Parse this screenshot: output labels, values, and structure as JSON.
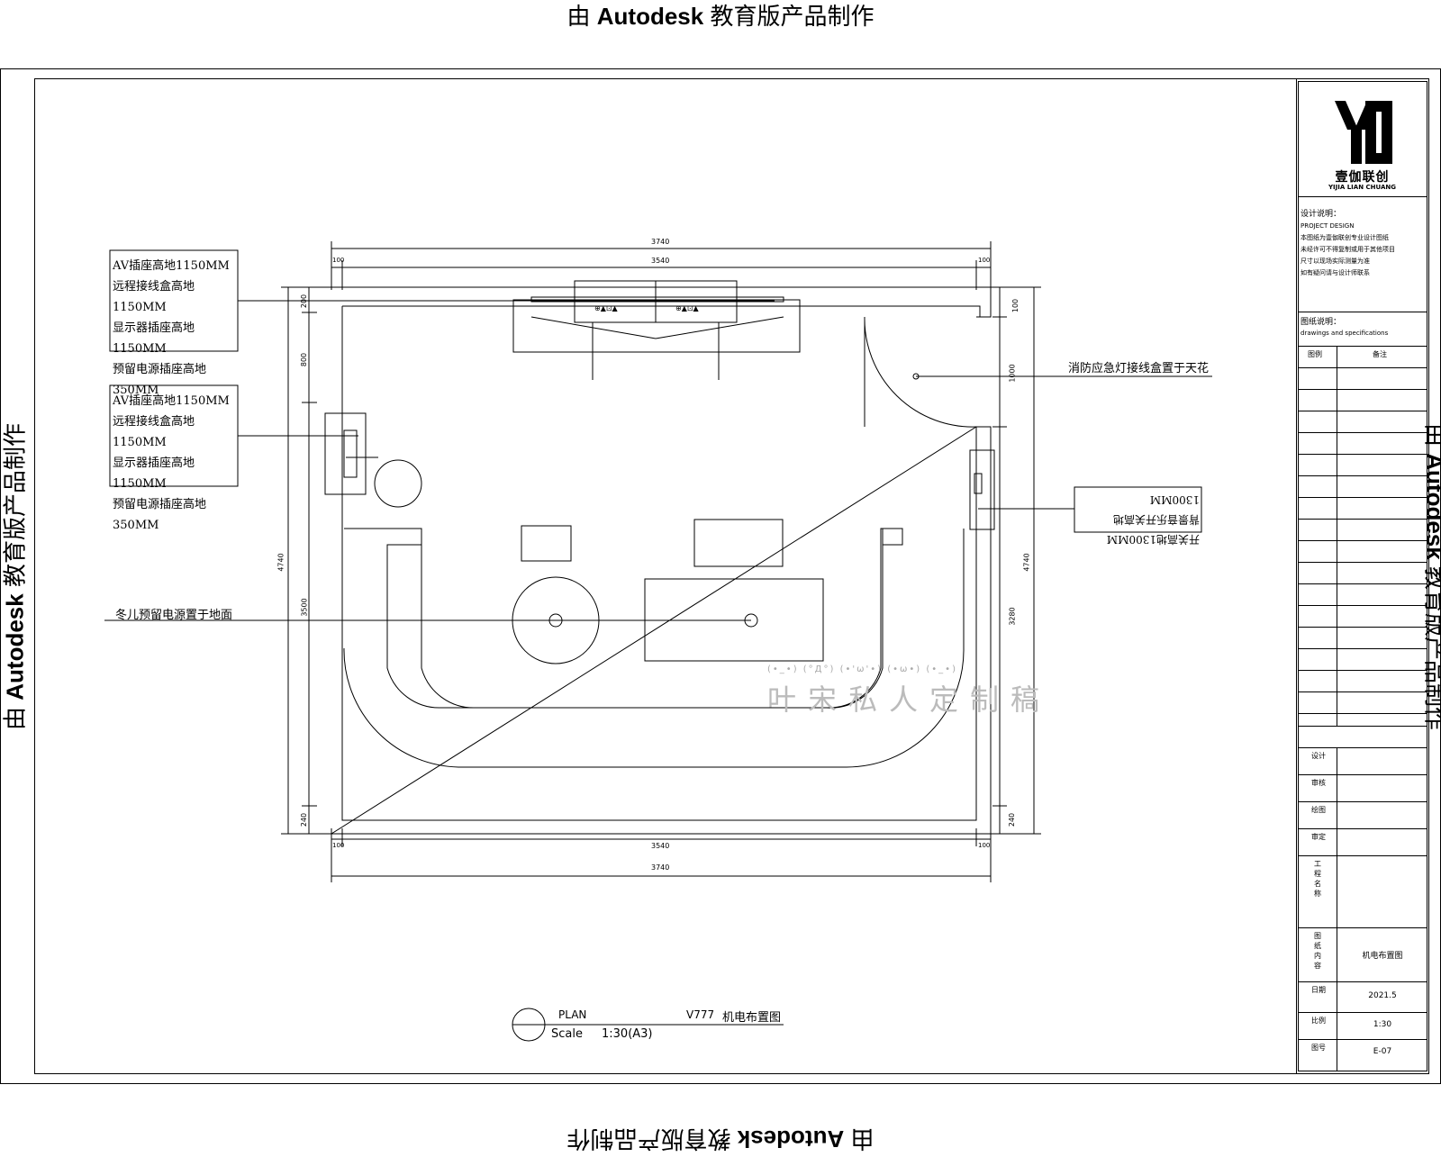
{
  "watermark": {
    "prefix": "由 ",
    "brand": "Autodesk",
    "suffix": " 教育版产品制作"
  },
  "callouts": {
    "top_left": [
      "AV插座高地1150MM",
      "远程接线盒高地1150MM",
      "显示器插座高地1150MM",
      "预留电源插座高地350MM"
    ],
    "mid_left": [
      "AV插座高地1150MM",
      "远程接线盒高地1150MM",
      "显示器插座高地1150MM",
      "预留电源插座高地350MM"
    ],
    "floor_note": "冬儿预留电源置于地面",
    "right_top": "消防应急灯接线盒置于天花",
    "right_mid": [
      "开关高地1300MM",
      "背景音乐开关高地1300MM"
    ]
  },
  "watermark2": {
    "faces": "(•_•) (°Д°) (•'ω'•) (•ω•) (•_•)",
    "text": "叶宋私人定制稿"
  },
  "dimensions": {
    "top_overall": "3740",
    "top_inner": "3540",
    "top_left_small": "100",
    "top_right_small": "100",
    "bottom_overall": "3740",
    "bottom_inner": "3540",
    "bottom_left_small": "100",
    "bottom_right_small": "100",
    "left_overall": "4740",
    "left_top": "200",
    "left_mid": "800",
    "left_main": "3500",
    "left_bottom": "240",
    "right_overall": "4740",
    "right_top": "100",
    "right_mid": "1000",
    "right_main": "3280",
    "right_bottom": "240"
  },
  "plan_label": {
    "plan": "PLAN",
    "code": "V777",
    "title": "机电布置图",
    "scale_label": "Scale",
    "scale_value": "1:30(A3)"
  },
  "title_block": {
    "logo_cn": "壹伽联创",
    "logo_en": "YIJIA LIAN CHUANG",
    "design_lines": [
      "设计说明：",
      "PROJECT DESIGN",
      "本图纸为壹伽联创专业设计图纸",
      "未经许可不得复制或用于其他项目",
      "尺寸以现场实际测量为准",
      "如有疑问请与设计师联系"
    ],
    "drawing_notes": "图纸说明：",
    "drawing_notes_en": "drawings and specifications",
    "col_headers": [
      "图例",
      "备注"
    ],
    "rows": [
      {
        "label": "设计",
        "value": ""
      },
      {
        "label": "审核",
        "value": ""
      },
      {
        "label": "绘图",
        "value": ""
      },
      {
        "label": "审定",
        "value": ""
      },
      {
        "label": "工程名称",
        "value": ""
      },
      {
        "label": "图纸内容",
        "value": "机电布置图"
      },
      {
        "label": "日期",
        "value": "2021.5"
      },
      {
        "label": "比例",
        "value": "1:30"
      },
      {
        "label": "图号",
        "value": "E-07"
      }
    ]
  }
}
